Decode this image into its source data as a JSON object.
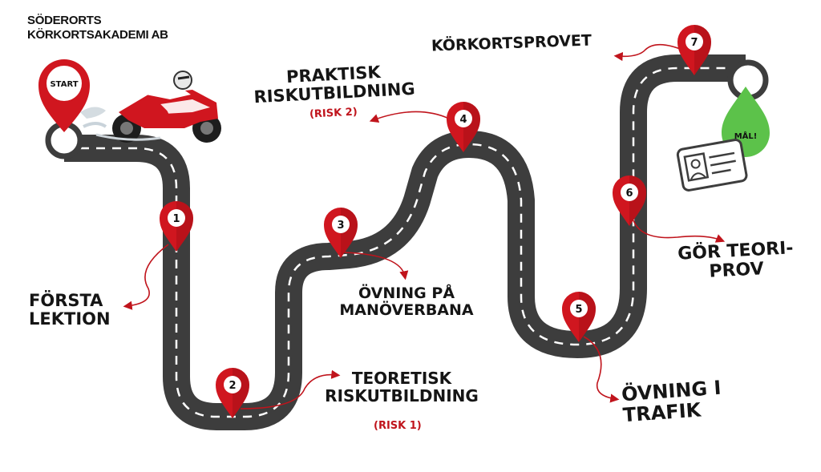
{
  "logo": {
    "line1": "SÖDERORTS",
    "line2": "KÖRKORTSAKADEMI AB"
  },
  "start_label": "START",
  "goal_label": "MÅL!",
  "milestones": [
    {
      "number": "1",
      "title": [
        "FÖRSTA",
        "LEKTION"
      ],
      "sub": ""
    },
    {
      "number": "2",
      "title": [
        "TEORETISK",
        "RISKUTBILDNING"
      ],
      "sub": "(RISK 1)"
    },
    {
      "number": "3",
      "title": [
        "ÖVNING PÅ",
        "MANÖVERBANA"
      ],
      "sub": ""
    },
    {
      "number": "4",
      "title": [
        "PRAKTISK",
        "RISKUTBILDNING"
      ],
      "sub": "(RISK 2)"
    },
    {
      "number": "5",
      "title": [
        "ÖVNING I",
        "TRAFIK"
      ],
      "sub": ""
    },
    {
      "number": "6",
      "title": [
        "GÖR TEORI-",
        "PROV"
      ],
      "sub": ""
    },
    {
      "number": "7",
      "title": [
        "KÖRKORTSPROVET"
      ],
      "sub": ""
    }
  ],
  "colors": {
    "road": "#3d3d3d",
    "marker": "#d0161f",
    "marker_dark": "#8e0c12",
    "goal": "#5cc24a",
    "arrow": "#c0141c"
  },
  "icons": [
    "start-pin-icon",
    "motorcycle-icon",
    "location-pin-icon",
    "goal-drop-icon",
    "license-card-icon",
    "curved-arrow-icon"
  ]
}
